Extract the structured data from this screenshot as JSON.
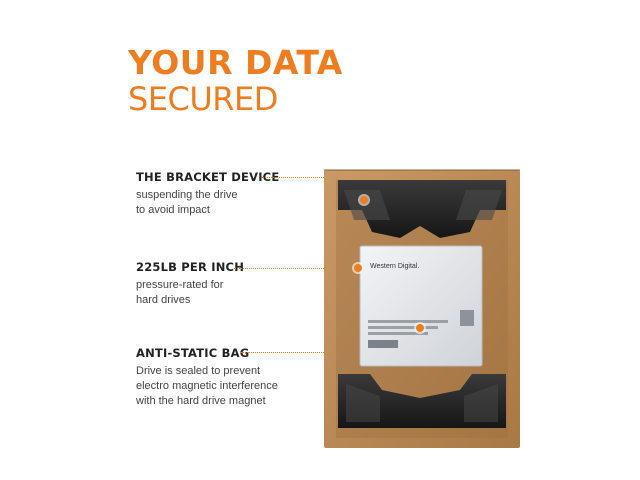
{
  "headline": {
    "line1": "YOUR DATA",
    "line2": "SECURED"
  },
  "callouts": [
    {
      "title": "THE BRACKET DEVICE",
      "lines": [
        "suspending the drive",
        "to avoid impact"
      ]
    },
    {
      "title": "225LB PER INCH",
      "lines": [
        "pressure-rated for",
        "hard drives"
      ]
    },
    {
      "title": "ANTI-STATIC BAG",
      "lines": [
        "Drive is sealed  to prevent",
        "electro magnetic interference",
        "with the hard drive magnet"
      ]
    }
  ],
  "product": {
    "brand_label": "Western Digital."
  },
  "colors": {
    "accent": "#ee7d1f",
    "dark_text": "#222222",
    "cardboard": "#b98a57",
    "bracket": "#262626"
  }
}
